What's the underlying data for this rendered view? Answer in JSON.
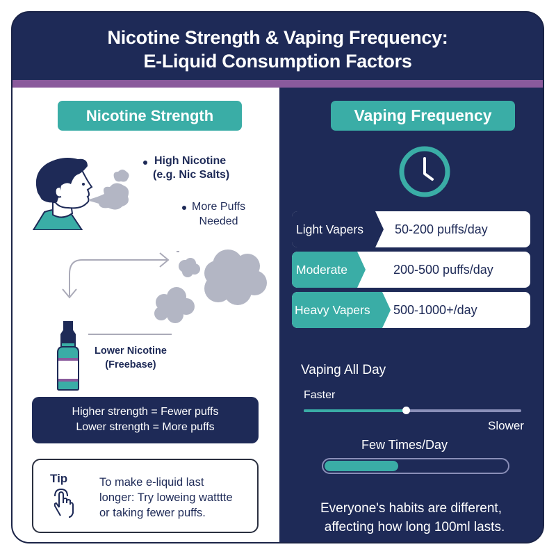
{
  "header": {
    "title_line1": "Nicotine Strength & Vaping Frequency:",
    "title_line2": "E-Liquid Consumption Factors"
  },
  "colors": {
    "navy": "#1e2a57",
    "teal": "#3aada6",
    "purple": "#8a5a9c",
    "cloud_gray": "#b3b6c4",
    "white": "#ffffff"
  },
  "left": {
    "heading": "Nicotine Strength",
    "high_nicotine": {
      "line1": "High Nicotine",
      "line2": "(e.g. Nic Salts)"
    },
    "more_puffs": {
      "line1": "More Puffs",
      "line2": "Needed"
    },
    "lower_nicotine": {
      "line1": "Lower Nicotine",
      "line2": "(Freebase)"
    },
    "summary": {
      "line1": "Higher strength = Fewer puffs",
      "line2": "Lower strength = More puffs"
    },
    "tip": {
      "label": "Tip",
      "icon": "tap-hand-icon",
      "line1": "To make e-liquid last",
      "line2": "longer: Try loweing watttte",
      "line3": "or taking fewer puffs."
    },
    "icons": [
      "person-exhaling-icon",
      "vapor-cloud-icon",
      "curved-arrow-icon",
      "e-liquid-bottle-icon"
    ]
  },
  "right": {
    "heading": "Vaping Frequency",
    "icon": "clock-icon",
    "rows": [
      {
        "label": "Light Vapers",
        "value": "50-200 puffs/day",
        "label_color": "#1e2a57"
      },
      {
        "label": "Moderate",
        "value": "200-500 puffs/day",
        "label_color": "#3aada6"
      },
      {
        "label": "Heavy Vapers",
        "value": "500-1000+/day",
        "label_color": "#3aada6"
      }
    ],
    "all_day": {
      "label": "Vaping All Day",
      "slider_left": "Faster",
      "slider_right": "Slower",
      "slider_position_percent": 47
    },
    "few_times": {
      "label": "Few Times/Day",
      "progress_percent": 40
    },
    "footer": {
      "line1": "Everyone's habits are different,",
      "line2": "affecting how long 100ml lasts."
    }
  }
}
